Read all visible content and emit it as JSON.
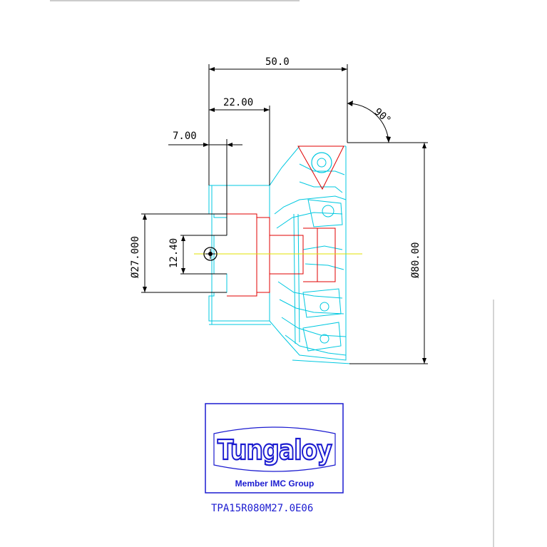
{
  "dimensions": {
    "overall_length": "50.0",
    "flange_length": "22.00",
    "keyway_offset": "7.00",
    "approach_angle": "90°",
    "bore_diameter": "Ø27.000",
    "keyway_width": "12.40",
    "cutter_diameter": "Ø80.00"
  },
  "logo": {
    "brand": "Tungaloy",
    "tagline": "Member IMC Group"
  },
  "product_code": "TPA15R080M27.0E06",
  "colors": {
    "outline": "#00c8e0",
    "section": "#e00000",
    "dimension": "#000000",
    "centerline": "#e0e000",
    "brand": "#1b1bd0"
  }
}
